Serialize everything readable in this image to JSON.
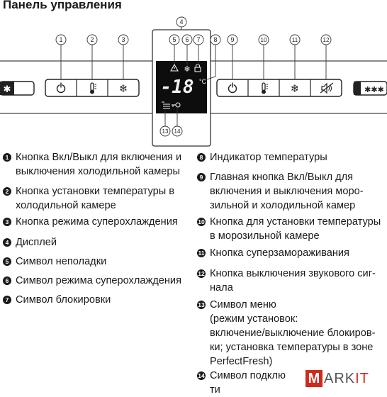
{
  "title": "Панель управления",
  "callouts": [
    "1",
    "2",
    "3",
    "4",
    "5",
    "6",
    "7",
    "8",
    "9",
    "10",
    "11",
    "12",
    "13",
    "14"
  ],
  "display": {
    "temperature": "-18",
    "unit": "°C"
  },
  "freezer_indicator": "✱✱✱",
  "fridge_indicator": "✱",
  "legend": [
    {
      "n": "1",
      "text": "Кнопка Вкл/Выкл для включения и\nвыключения холодильной камеры"
    },
    {
      "n": "2",
      "text": "Кнопка установки температуры в\nхолодильной камере"
    },
    {
      "n": "3",
      "text": "Кнопка режима суперохлаждения"
    },
    {
      "n": "4",
      "text": "Дисплей"
    },
    {
      "n": "5",
      "text": "Символ неполадки"
    },
    {
      "n": "6",
      "text": "Символ режима суперохлаждения"
    },
    {
      "n": "7",
      "text": "Символ блокировки"
    },
    {
      "n": "8",
      "text": "Индикатор температуры"
    },
    {
      "n": "9",
      "text": "Главная кнопка Вкл/Выкл для\nвключения и выключения моро-\nзильной и холодильной камер"
    },
    {
      "n": "10",
      "text": "Кнопка для установки температуры\nв морозильной камере"
    },
    {
      "n": "11",
      "text": "Кнопка суперзамораживания"
    },
    {
      "n": "12",
      "text": "Кнопка выключения звукового сиг-\nнала"
    },
    {
      "n": "13",
      "text": "Символ меню\n(режим установок:\nвключение/выключение блокиров-\nки; установка температуры в зоне\nPerfectFresh)"
    },
    {
      "n": "14",
      "text": "Символ подклю\nти"
    }
  ],
  "watermark": {
    "m": "M",
    "rest": "ARK",
    "accent": "IT"
  }
}
